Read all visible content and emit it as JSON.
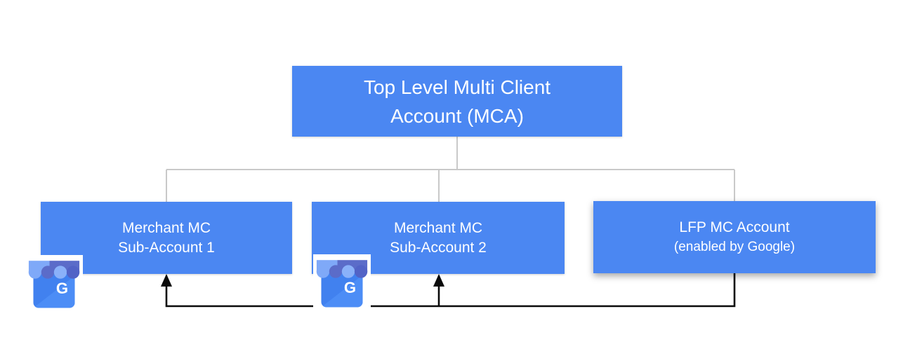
{
  "diagram": {
    "nodes": {
      "mca": {
        "line1": "Top Level Multi Client",
        "line2": "Account (MCA)"
      },
      "sub1": {
        "line1": "Merchant MC",
        "line2": "Sub-Account 1"
      },
      "sub2": {
        "line1": "Merchant MC",
        "line2": "Sub-Account 2"
      },
      "lfp": {
        "line1": "LFP MC Account",
        "line2": "(enabled by Google)"
      }
    },
    "icons": {
      "sub1_icon": "google-business-profile-icon",
      "sub2_icon": "google-business-profile-icon",
      "google_g_letter": "G"
    },
    "colors": {
      "page_bg": "#ffffff",
      "node_fill": "#4b87f2",
      "node_text": "#ffffff",
      "tree_line": "#c9c9c9",
      "flow_line": "#0a0a0a",
      "gbp_body": "#4181ef",
      "gbp_body_light": "#4c8df6",
      "gbp_awn_l1": "#7fa9f8",
      "gbp_awn_l2": "#8ab1f9",
      "gbp_awn_d1": "#5b6cc9",
      "gbp_awn_d2": "#5263c6",
      "gbp_g": "#ffffff"
    }
  }
}
